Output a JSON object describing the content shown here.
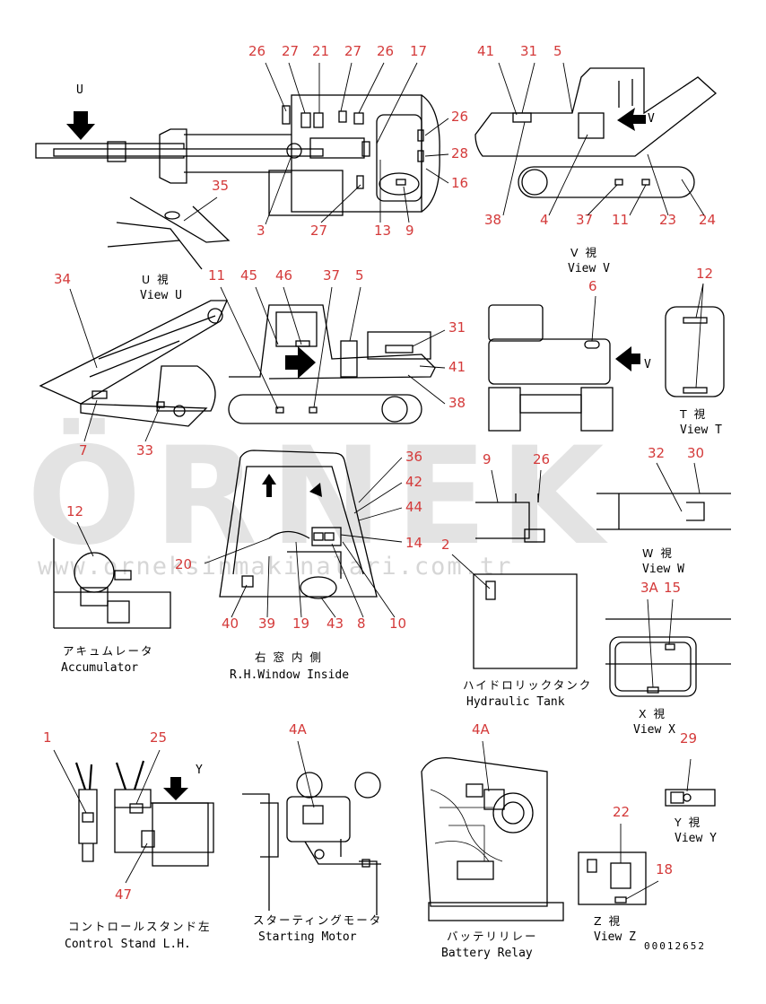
{
  "watermark": {
    "brand": "ÖRNEK",
    "url": "www.orneksinmakinalari.com.tr"
  },
  "drawing_code": "00012652",
  "views": {
    "view_u": {
      "jp": "U 視",
      "en": "View U"
    },
    "view_v": {
      "jp": "V 視",
      "en": "View V"
    },
    "view_t": {
      "jp": "T 視",
      "en": "View T"
    },
    "view_w": {
      "jp": "W 視",
      "en": "View W"
    },
    "view_x": {
      "jp": "X 視",
      "en": "View X"
    },
    "view_y": {
      "jp": "Y 視",
      "en": "View Y"
    },
    "view_z": {
      "jp": "Z 視",
      "en": "View Z"
    },
    "accumulator": {
      "jp": "アキュムレータ",
      "en": "Accumulator"
    },
    "rh_window": {
      "jp": "右 窓 内 側",
      "en": "R.H.Window Inside"
    },
    "hydraulic_tank": {
      "jp": "ハイドロリックタンク",
      "en": "Hydraulic Tank"
    },
    "control_stand": {
      "jp": "コントロールスタンド左",
      "en": "Control Stand L.H."
    },
    "starting_motor": {
      "jp": "スターティングモータ",
      "en": "Starting Motor"
    },
    "battery_relay": {
      "jp": "バッテリリレー",
      "en": "Battery Relay"
    }
  },
  "arrow_letters": {
    "u": "U",
    "v": "V",
    "y": "Y"
  },
  "callouts": {
    "top": [
      "26",
      "27",
      "21",
      "27",
      "26",
      "17",
      "26",
      "28",
      "16",
      "9",
      "13",
      "27",
      "3",
      "35"
    ],
    "view_v": [
      "41",
      "31",
      "5",
      "38",
      "4",
      "37",
      "11",
      "23",
      "24"
    ],
    "side": [
      "34",
      "11",
      "45",
      "46",
      "37",
      "5",
      "31",
      "41",
      "38",
      "7",
      "33"
    ],
    "view_t": [
      "6",
      "12"
    ],
    "window": [
      "36",
      "42",
      "44",
      "14",
      "20",
      "40",
      "39",
      "19",
      "43",
      "8",
      "10"
    ],
    "accumulator": [
      "12"
    ],
    "view_w": [
      "9",
      "26",
      "32",
      "30"
    ],
    "hydraulic_tank": [
      "2"
    ],
    "view_x": [
      "3A",
      "15"
    ],
    "control_stand": [
      "1",
      "25",
      "47"
    ],
    "starting_motor": [
      "4A"
    ],
    "battery_relay": [
      "4A"
    ],
    "view_y": [
      "29"
    ],
    "view_z": [
      "22",
      "18"
    ]
  }
}
